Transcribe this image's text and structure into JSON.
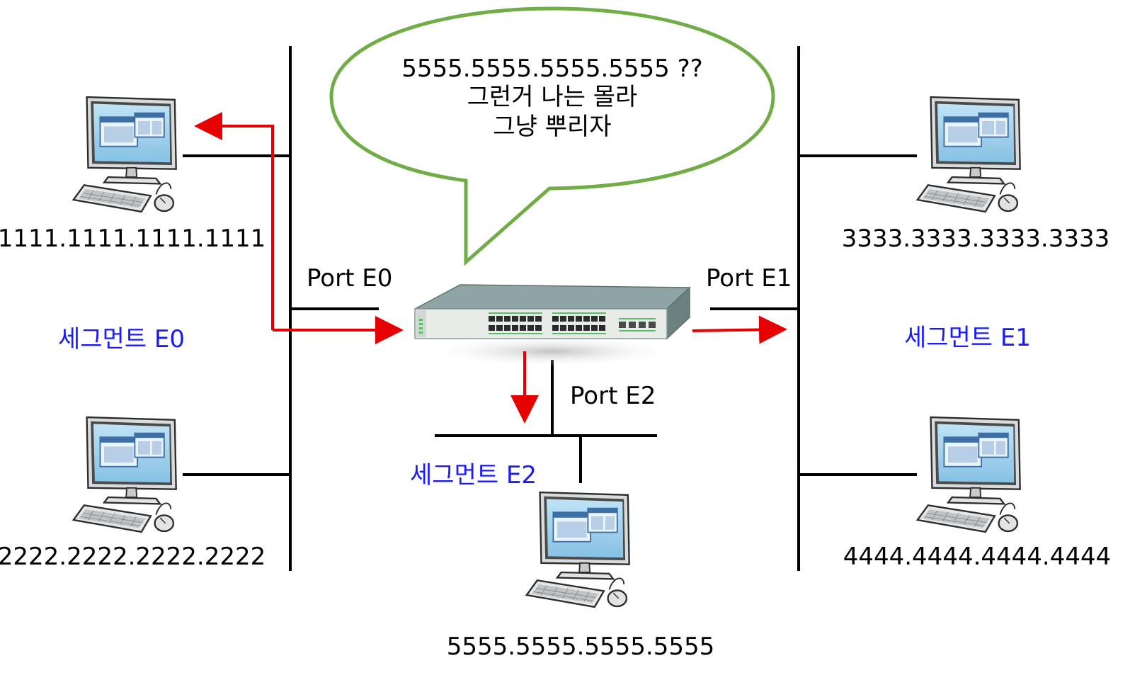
{
  "bubble": {
    "line1": "5555.5555.5555.5555 ??",
    "line2": "그런거 나는 몰라",
    "line3": "그냥 뿌리자"
  },
  "ports": {
    "e0": "Port E0",
    "e1": "Port E1",
    "e2": "Port E2"
  },
  "segments": {
    "e0": "세그먼트 E0",
    "e1": "세그먼트 E1",
    "e2": "세그먼트 E2"
  },
  "hosts": {
    "h1": "1111.1111.1111.1111",
    "h2": "2222.2222.2222.2222",
    "h3": "3333.3333.3333.3333",
    "h4": "4444.4444.4444.4444",
    "h5": "5555.5555.5555.5555"
  },
  "colors": {
    "segment_label": "#1a1aff",
    "arrow": "#e60000",
    "bubble_border": "#70ad47",
    "monitor_screen": "#9fd0ec",
    "switch_body": "#e8ece9",
    "switch_top": "#8fa5a5"
  },
  "icons": [
    "desktop-computer-icon",
    "network-switch-icon"
  ]
}
